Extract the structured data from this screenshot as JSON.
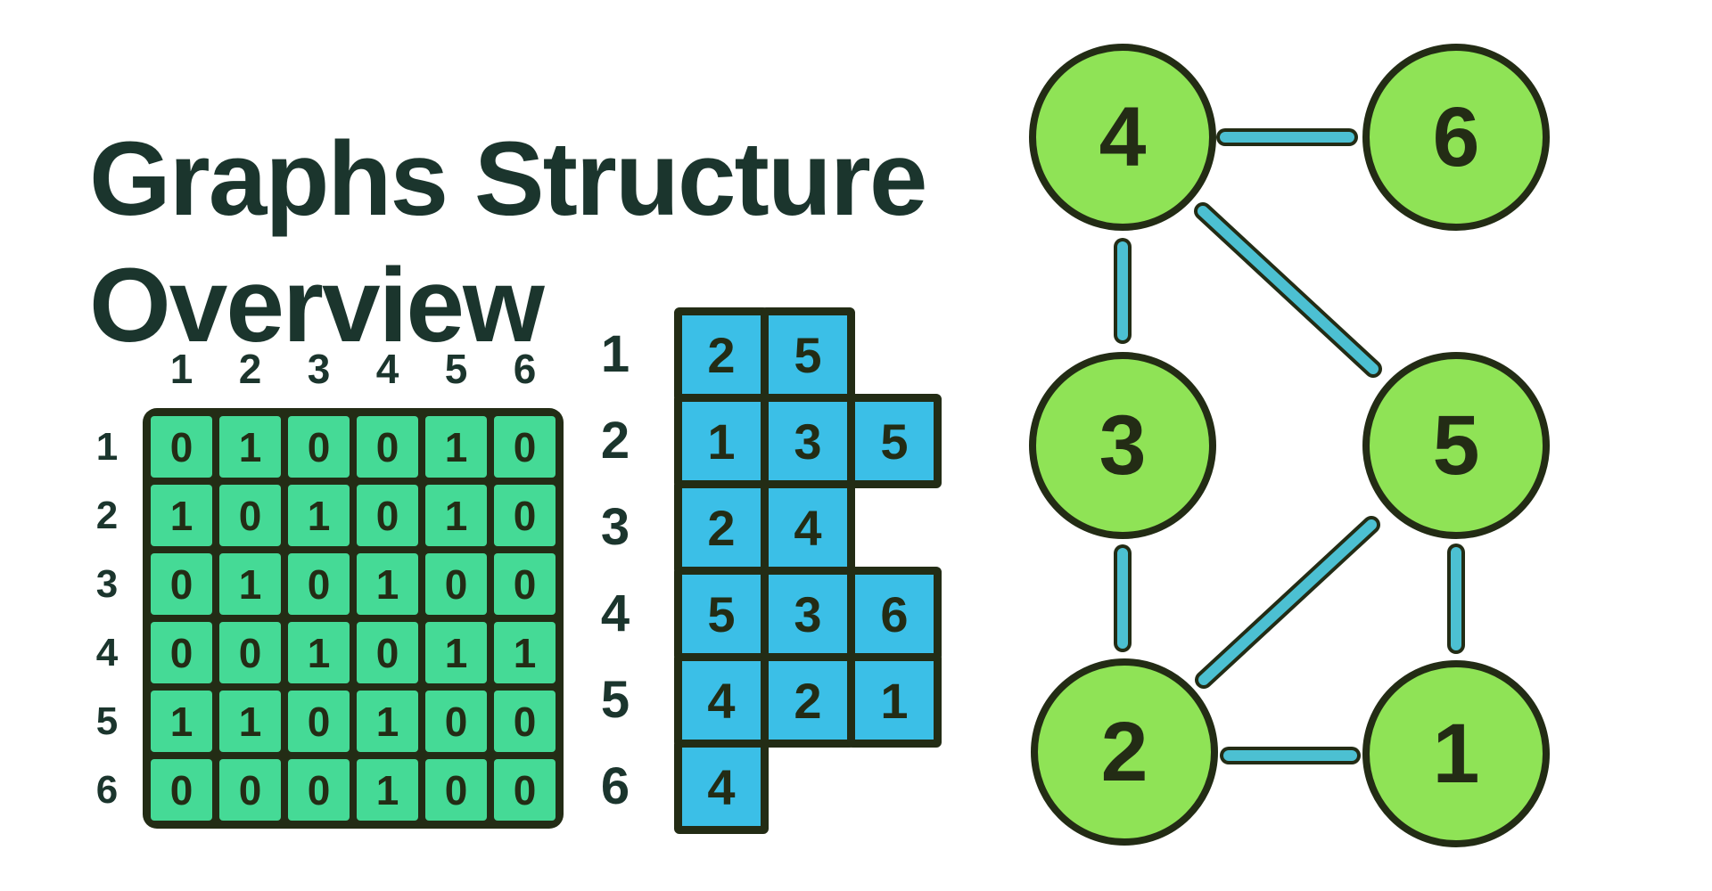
{
  "title": {
    "line1": "Graphs Structure",
    "line2": "Overview"
  },
  "colors": {
    "background": "#ffffff",
    "ink_dark": "#232c15",
    "title_ink": "#1b352d",
    "matrix_green": "#45da96",
    "list_blue": "#3bbfe7",
    "node_green": "#8fe356",
    "edge_teal": "#4cc0d2"
  },
  "adjacency_matrix": {
    "column_headers": [
      "1",
      "2",
      "3",
      "4",
      "5",
      "6"
    ],
    "row_headers": [
      "1",
      "2",
      "3",
      "4",
      "5",
      "6"
    ],
    "rows": [
      [
        0,
        1,
        0,
        0,
        1,
        0
      ],
      [
        1,
        0,
        1,
        0,
        1,
        0
      ],
      [
        0,
        1,
        0,
        1,
        0,
        0
      ],
      [
        0,
        0,
        1,
        0,
        1,
        1
      ],
      [
        1,
        1,
        0,
        1,
        0,
        0
      ],
      [
        0,
        0,
        0,
        1,
        0,
        0
      ]
    ]
  },
  "adjacency_list": {
    "row_labels": [
      "1",
      "2",
      "3",
      "4",
      "5",
      "6"
    ],
    "rows": [
      [
        "2",
        "5"
      ],
      [
        "1",
        "3",
        "5"
      ],
      [
        "2",
        "4"
      ],
      [
        "5",
        "3",
        "6"
      ],
      [
        "4",
        "2",
        "1"
      ],
      [
        "4"
      ]
    ]
  },
  "graph": {
    "nodes": [
      {
        "id": "4"
      },
      {
        "id": "6"
      },
      {
        "id": "3"
      },
      {
        "id": "5"
      },
      {
        "id": "2"
      },
      {
        "id": "1"
      }
    ],
    "edges": [
      "4-6",
      "4-3",
      "4-5",
      "3-2",
      "2-5",
      "5-1",
      "2-1"
    ]
  }
}
